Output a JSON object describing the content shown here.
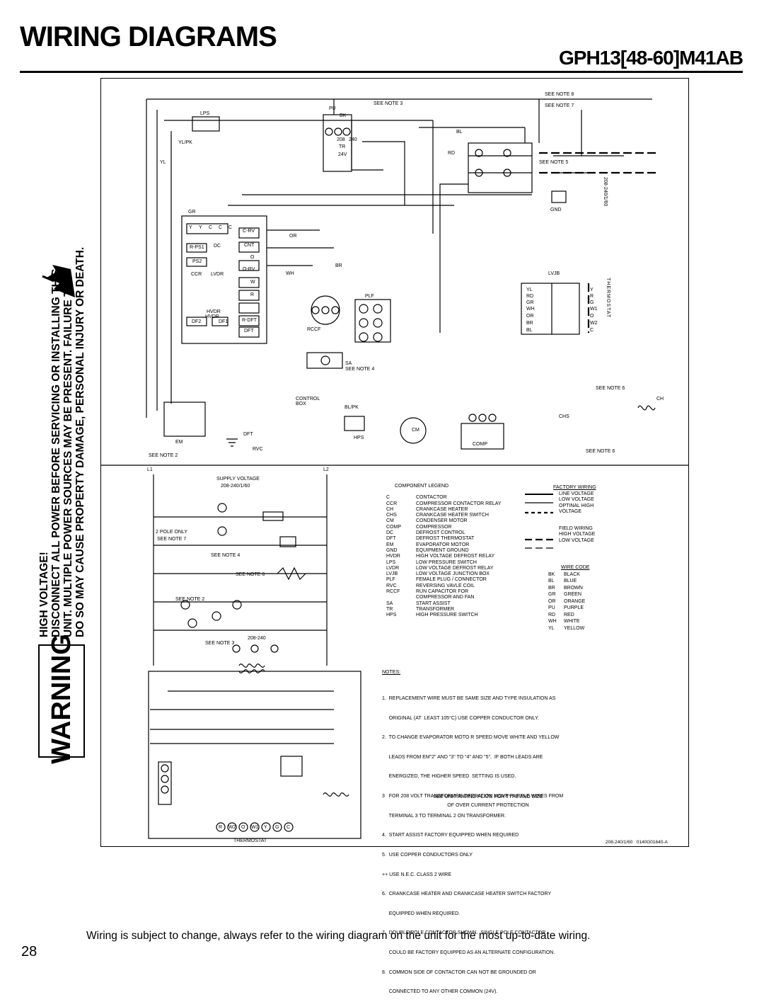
{
  "header": {
    "title": "WIRING DIAGRAMS",
    "model": "GPH13[48-60]M41AB"
  },
  "warning": {
    "label": "WARNING",
    "lines": [
      "HIGH VOLTAGE!",
      "DISCONNECT ALL POWER BEFORE SERVICING OR INSTALLING THIS",
      "UNIT.  MULTIPLE POWER SOURCES MAY BE PRESENT.  FAILURE TO",
      "DO SO MAY CAUSE PROPERTY DAMAGE, PERSONAL INJURY OR DEATH."
    ]
  },
  "schematic": {
    "labels": {
      "see_note_3": "SEE NOTE 3",
      "see_note_8": "SEE NOTE 8",
      "see_note_7": "SEE NOTE 7",
      "see_note_5": "SEE NOTE 5",
      "see_note_4": "SEE NOTE 4",
      "see_note_6": "SEE NOTE 6",
      "see_note_2": "SEE NOTE 2",
      "lps": "LPS",
      "hps": "HPS",
      "gnd": "GND",
      "lvjb": "LVJB",
      "thermostat_vertical": "THERMOSTAT",
      "control_box": "CONTROL BOX",
      "comp": "COMP",
      "cm": "CM",
      "chs": "CHS",
      "ch": "CH",
      "em": "EM",
      "rvc": "RVC",
      "rccf": "RCCF",
      "plf": "PLF",
      "hvdr": "HVDR",
      "lvdr": "LVDR",
      "ccr": "CCR",
      "sa": "SA",
      "dft": "DFT",
      "tr": "TR",
      "voltage_side": "208-240/1/60",
      "v24": "24V",
      "v208": "208",
      "v240": "240"
    },
    "wire_tags": [
      "PU",
      "BK",
      "BL",
      "RD",
      "YL",
      "GR",
      "WH",
      "BR",
      "OR",
      "YL/PK",
      "BL/PK"
    ],
    "control_board_terminals": [
      "Y",
      "Y",
      "C",
      "C",
      "C",
      "C-RV",
      "R-PS1",
      "DC",
      "CNT",
      "PS2",
      "O",
      "O-RV",
      "CCR",
      "W",
      "R",
      "HVDR",
      "R-DFT",
      "DF2",
      "DF1",
      "DFT"
    ],
    "lvjb_left": [
      "YL",
      "RD",
      "GR",
      "WH",
      "OR",
      "BR",
      "BL"
    ],
    "lvjb_right": [
      "Y",
      "R",
      "G",
      "W1",
      "O",
      "W2",
      "C"
    ]
  },
  "ladder": {
    "l1": "L1",
    "l2": "L2",
    "supply_voltage": "SUPPLY VOLTAGE",
    "supply_value": "208-240/1/60",
    "two_pole": "2 POLE ONLY",
    "see_note_7": "SEE NOTE 7",
    "see_note_4": "SEE NOTE 4",
    "see_note_6": "SEE NOTE 6",
    "see_note_2": "SEE NOTE 2",
    "see_note_3": "SEE NOTE 3",
    "transformer_value": "208-240",
    "thermostat": "THERMOSTAT",
    "thermostat_terminals": [
      "R",
      "W2",
      "O",
      "W1",
      "Y",
      "G",
      "C"
    ]
  },
  "legend": {
    "title": "COMPONENT LEGEND",
    "items": [
      {
        "code": "C",
        "desc": "CONTACTOR"
      },
      {
        "code": "CCR",
        "desc": "COMPRESSOR CONTACTOR RELAY"
      },
      {
        "code": "CH",
        "desc": "CRANKCASE HEATER"
      },
      {
        "code": "CHS",
        "desc": "CRANKCASE HEATER SWITCH"
      },
      {
        "code": "CM",
        "desc": "CONDENSER MOTOR"
      },
      {
        "code": "COMP",
        "desc": "COMPRESSOR"
      },
      {
        "code": "DC",
        "desc": "DEFROST CONTROL"
      },
      {
        "code": "DFT",
        "desc": "DEFROST THERMOSTAT"
      },
      {
        "code": "EM",
        "desc": "EVAPORATOR MOTOR"
      },
      {
        "code": "GND",
        "desc": "EQUIPMENT GROUND"
      },
      {
        "code": "HVDR",
        "desc": "HIGH VOLTAGE DEFROST RELAY"
      },
      {
        "code": "LPS",
        "desc": "LOW PRESSURE SWITCH"
      },
      {
        "code": "LVDR",
        "desc": "LOW VOLTAGE DEFROST RELAY"
      },
      {
        "code": "LVJB",
        "desc": "LOW VOLTAGE JUNCTION BOX"
      },
      {
        "code": "PLF",
        "desc": "FEMALE PLUG / CONNECTOR"
      },
      {
        "code": "RVC",
        "desc": "REVERSING VAVLE COIL"
      },
      {
        "code": "RCCF",
        "desc": "RUN CAPACITOR FOR"
      },
      {
        "code": "",
        "desc": "COMPRESSOR AND FAN"
      },
      {
        "code": "SA",
        "desc": "START ASSIST"
      },
      {
        "code": "TR",
        "desc": "TRANSFORMER"
      },
      {
        "code": "HPS",
        "desc": "HIGH PRESSURE SWITCH"
      }
    ],
    "factory_wiring_title": "FACTORY WIRING",
    "factory_wiring": [
      "LINE VOLTAGE",
      "LOW VOLTAGE",
      "OPTINAL HIGH",
      "VOLTAGE"
    ],
    "field_wiring_title": "FIELD WIRING",
    "field_wiring": [
      "HIGH VOLTAGE",
      "LOW VOLTAGE"
    ],
    "wire_code_title": "WIRE CODE",
    "wire_codes": [
      {
        "code": "BK",
        "color": "BLACK"
      },
      {
        "code": "BL",
        "color": "BLUE"
      },
      {
        "code": "BR",
        "color": "BROWN"
      },
      {
        "code": "GR",
        "color": "GREEN"
      },
      {
        "code": "OR",
        "color": "ORANGE"
      },
      {
        "code": "PU",
        "color": "PURPLE"
      },
      {
        "code": "RD",
        "color": "RED"
      },
      {
        "code": "WH",
        "color": "WHITE"
      },
      {
        "code": "YL",
        "color": "YELLOW"
      }
    ]
  },
  "notes": {
    "title": "NOTES:",
    "lines": [
      "1.  REPLACEMENT WIRE MUST BE SAME SIZE AND TYPE INSULATION AS",
      "     ORIGINAL (AT  LEAST 105°C) USE COPPER CONDUCTOR ONLY.",
      "2.  TO CHANGE EVAPORATOR MOTO R SPEED MOVE WHITE AND YELLOW",
      "     LEADS FROM EM\"2\" AND \"3\" TO \"4\" AND \"5\".  IF BOTH LEADS ARE",
      "     ENERGIZED, THE HIGHER SPEED  SETTING IS USED.",
      "3   FOR 208 VOLT TRANSFORMER OPERATION MOVE PURPLE WIRES FROM",
      "     TERMINAL 3 TO TERMINAL 2 ON TRANSFORMER.",
      "4.  START ASSIST FACTORY EQUIPPED WHEN REQUIRED",
      "5.  USE COPPER CONDUCTORS ONLY",
      "++ USE N.E.C. CLASS 2 WIRE",
      "6.  CRANKCASE HEATER AND CRANKCASE HEATER SWITCH FACTORY",
      "     EQUIPPED WHEN REQUIRED.",
      "7.  DOUBLE POLE CONTACTOR SHOWN.  SINGLE POLE CONTACTOR",
      "     COULD BE FACTORY EQUIPPED AS AN ALTERNATE CONFIGURATION.",
      "8.  COMMON SIDE OF CONTACTOR CAN NOT BE GROUNDED OR",
      "     CONNECTED TO ANY OTHER COMMON (24V)."
    ],
    "rating_1": "SEE UNIT RATING PLATE FOR TYPE AND SIZE",
    "rating_2": "OF OVER CURRENT PROTECTION"
  },
  "part_number": "208-240/1/60   0140G01640-A",
  "right_side_vertical": "208-240/1/60",
  "footer": {
    "note": "Wiring is subject to change, always refer to the wiring diagram on the unit for the most up-to-date wiring.",
    "page_number": "28"
  }
}
